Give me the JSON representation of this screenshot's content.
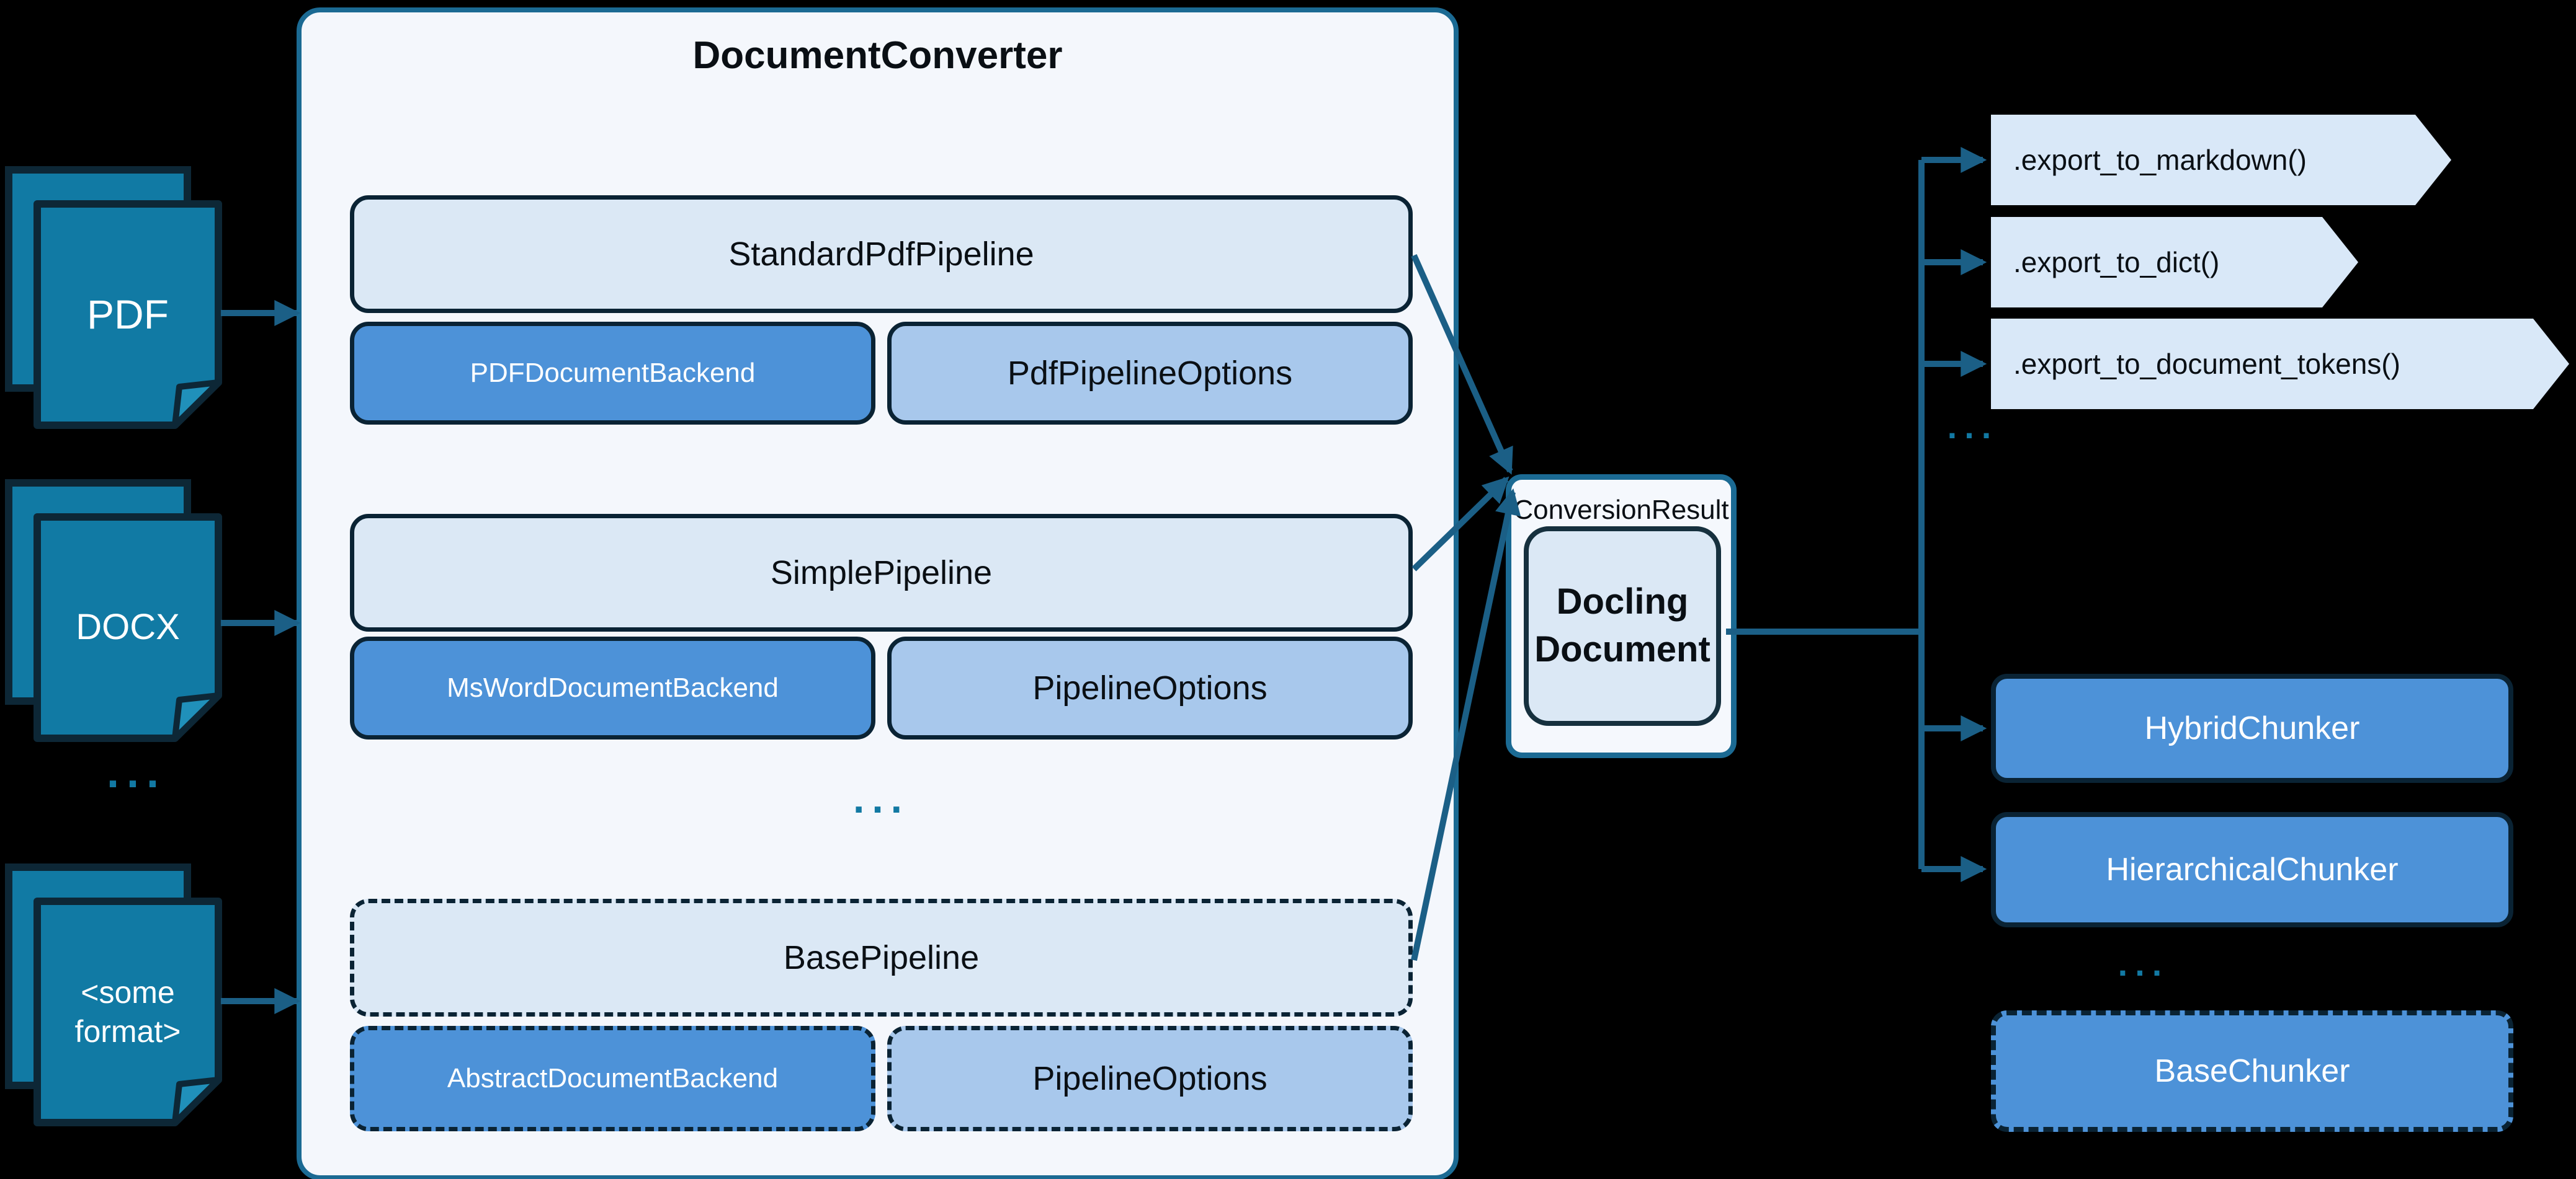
{
  "colors": {
    "background": "#000000",
    "arrow_teal": "#1b5f86",
    "doc_icon_fill": "#117aa4",
    "dark_border": "#0a2334",
    "converter_border": "#1b6a93",
    "converter_fill": "#f4f7fc",
    "header_fill": "#dbe8f5",
    "backend_fill": "#4d92d8",
    "options_fill": "#a8c8ec",
    "pennant_fill": "#d9e8f8"
  },
  "inputs": {
    "pdf": "PDF",
    "docx": "DOCX",
    "ellipsis": "...",
    "other": "<some format>"
  },
  "converter": {
    "title": "DocumentConverter",
    "pipelines": [
      {
        "name": "StandardPdfPipeline",
        "backend": "PDFDocumentBackend",
        "options": "PdfPipelineOptions"
      },
      {
        "name": "SimplePipeline",
        "backend": "MsWordDocumentBackend",
        "options": "PipelineOptions"
      },
      {
        "name": "BasePipeline",
        "backend": "AbstractDocumentBackend",
        "options": "PipelineOptions"
      }
    ],
    "ellipsis": "..."
  },
  "result": {
    "label": "ConversionResult",
    "document": "Docling Document"
  },
  "exports": {
    "items": [
      ".export_to_markdown()",
      ".export_to_dict()",
      ".export_to_document_tokens()"
    ],
    "ellipsis": "..."
  },
  "chunkers": {
    "items": [
      "HybridChunker",
      "HierarchicalChunker",
      "BaseChunker"
    ],
    "ellipsis": "..."
  }
}
